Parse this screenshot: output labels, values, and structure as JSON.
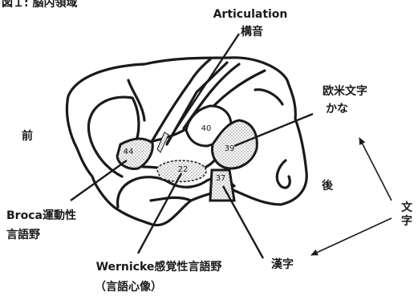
{
  "figure": {
    "title": "図１: 脳内領域",
    "labels": {
      "articulation": "Articulation",
      "koson": "構音",
      "western_script_1": "欧米文字",
      "western_script_2": "かな",
      "front": "前",
      "back": "後",
      "moji_1": "文",
      "moji_2": "字",
      "broca_1": "Broca運動性",
      "broca_2": "言語野",
      "kanji": "漢字",
      "wernicke_1": "Wernicke感覚性言語野",
      "wernicke_2": "（言語心像）"
    },
    "areas": {
      "a44": "44",
      "a40": "40",
      "a39": "39",
      "a22": "22",
      "a37": "37"
    },
    "colors": {
      "outline": "#1a1a1a",
      "hatch": "#9a9a9a",
      "background": "#ffffff"
    }
  }
}
